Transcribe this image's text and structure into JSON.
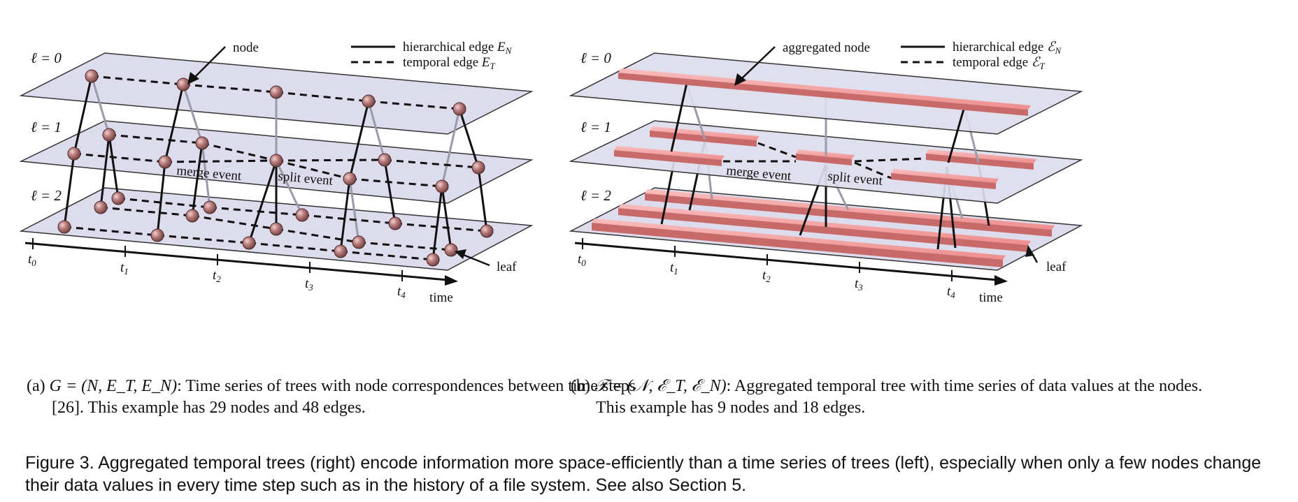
{
  "panel_a": {
    "levels": [
      "ℓ = 0",
      "ℓ = 1",
      "ℓ = 2"
    ],
    "callouts": {
      "node": "node",
      "leaf": "leaf",
      "merge": "merge event",
      "split": "split event"
    },
    "legend": {
      "hier_label": "hierarchical edge",
      "hier_sym": "E",
      "hier_sub": "N",
      "temp_label": "temporal edge",
      "temp_sym": "E",
      "temp_sub": "T"
    },
    "time_ticks": [
      {
        "sym": "t",
        "sub": "0"
      },
      {
        "sym": "t",
        "sub": "1"
      },
      {
        "sym": "t",
        "sub": "2"
      },
      {
        "sym": "t",
        "sub": "3"
      },
      {
        "sym": "t",
        "sub": "4"
      }
    ],
    "time_label": "time",
    "caption_prefix": "(a) ",
    "caption_math": "G = (N, E_T, E_N)",
    "caption_text": ": Time series of trees with node correspondences between time steps [26]. This example has 29 nodes and 48 edges."
  },
  "panel_b": {
    "levels": [
      "ℓ = 0",
      "ℓ = 1",
      "ℓ = 2"
    ],
    "callouts": {
      "node": "aggregated node",
      "leaf": "leaf",
      "merge": "merge event",
      "split": "split event"
    },
    "legend": {
      "hier_label": "hierarchical edge",
      "hier_sym": "ℰ",
      "hier_sub": "N",
      "temp_label": "temporal edge",
      "temp_sym": "ℰ",
      "temp_sub": "T"
    },
    "time_ticks": [
      {
        "sym": "t",
        "sub": "0"
      },
      {
        "sym": "t",
        "sub": "1"
      },
      {
        "sym": "t",
        "sub": "2"
      },
      {
        "sym": "t",
        "sub": "3"
      },
      {
        "sym": "t",
        "sub": "4"
      }
    ],
    "time_label": "time",
    "caption_prefix": "(b) ",
    "caption_math": "𝒯 = (𝒩, ℰ_T, ℰ_N)",
    "caption_text": ": Aggregated temporal tree with time series of data values at the nodes. This example has 9 nodes and 18 edges."
  },
  "figure_caption": "Figure 3. Aggregated temporal trees (right) encode information more space-efficiently than a time series of trees (left), especially when only a few nodes change their data values in every time step such as in the history of a file system. See also Section 5.",
  "colors": {
    "plane_fill": "#dcdcec",
    "plane_stroke": "#333333",
    "node_fill": "#b87a7a",
    "bar_fill": "#ee8e8e",
    "bar_dark": "#c96a6a",
    "faint_edge": "#9a9aaa"
  }
}
